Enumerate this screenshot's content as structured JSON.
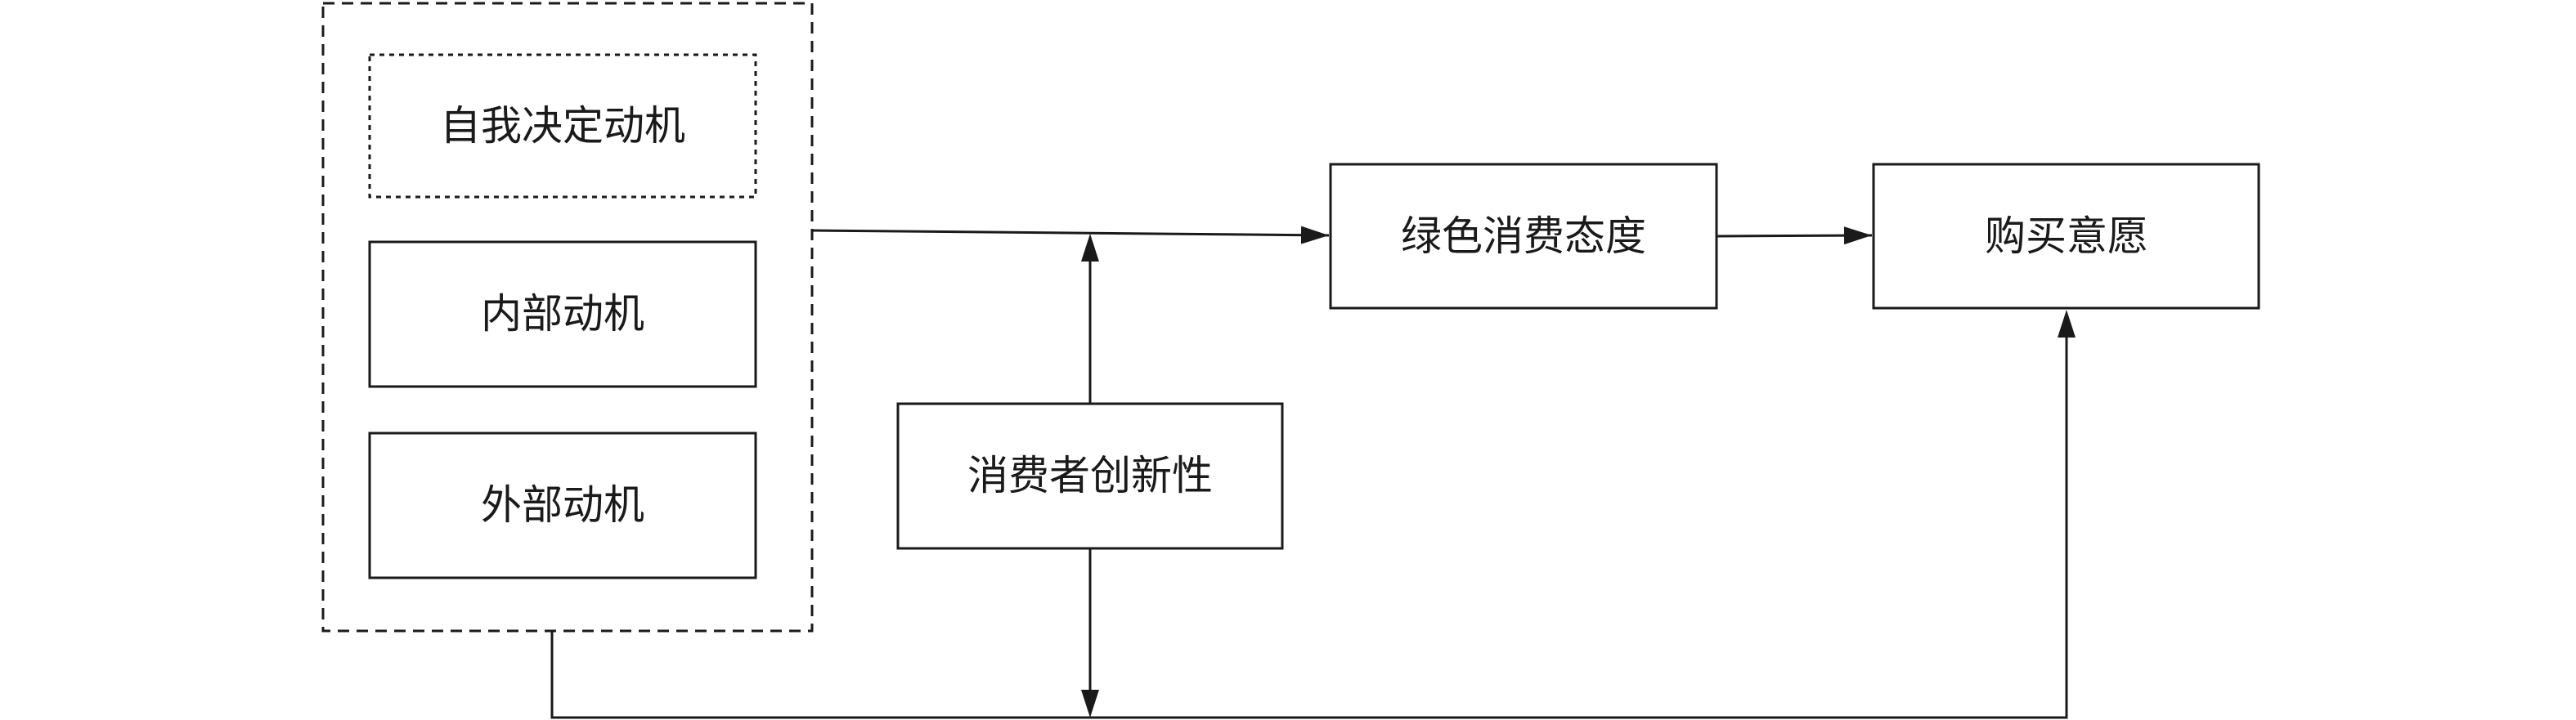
{
  "nodes": {
    "self_determined_motivation": "自我决定动机",
    "internal_motivation": "内部动机",
    "external_motivation": "外部动机",
    "consumer_innovativeness": "消费者创新性",
    "green_consumption_attitude": "绿色消费态度",
    "purchase_intention": "购买意愿"
  },
  "colors": {
    "stroke": "#1a1a1a",
    "text": "#1a1a1a",
    "background": "#ffffff"
  }
}
